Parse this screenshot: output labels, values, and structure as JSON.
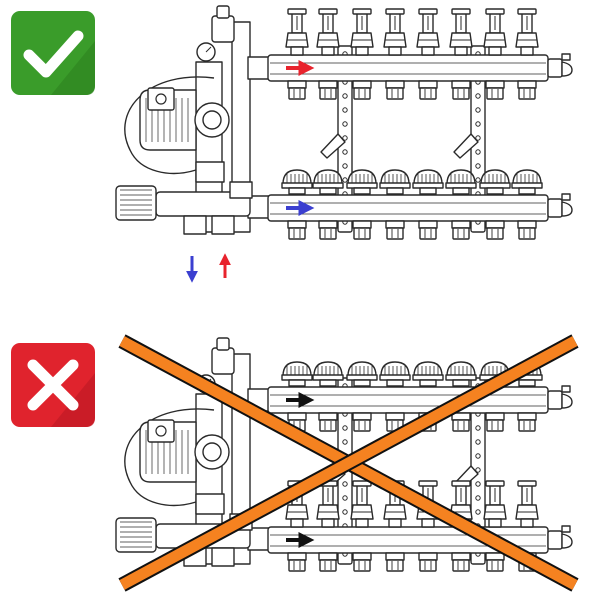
{
  "panels": [
    {
      "id": "correct",
      "badge": {
        "kind": "check",
        "color": "#3a9c2a",
        "shade": "#2b7f1e",
        "icon": "check-mark-icon"
      },
      "supply_pipe": "top",
      "top_row": "flow-valves",
      "bottom_row": "actuator-caps",
      "pipe_arrow_color": {
        "top": "#e8232d",
        "bottom": "#3b3fd0"
      },
      "port_arrows": {
        "left": "#3b3fd0",
        "right": "#e8232d"
      },
      "crossed_out": false
    },
    {
      "id": "incorrect",
      "badge": {
        "kind": "cross",
        "color": "#e0232d",
        "shade": "#b81822",
        "icon": "cross-mark-icon"
      },
      "supply_pipe": "top",
      "top_row": "actuator-caps",
      "bottom_row": "flow-valves",
      "pipe_arrow_color": {
        "top": "#111111",
        "bottom": "#111111"
      },
      "crossed_out": true,
      "cross_color": "#f58220"
    }
  ],
  "icons": [
    "check-mark-icon",
    "cross-mark-icon",
    "pump-icon",
    "pressure-gauge-icon",
    "flow-arrow-icon"
  ]
}
